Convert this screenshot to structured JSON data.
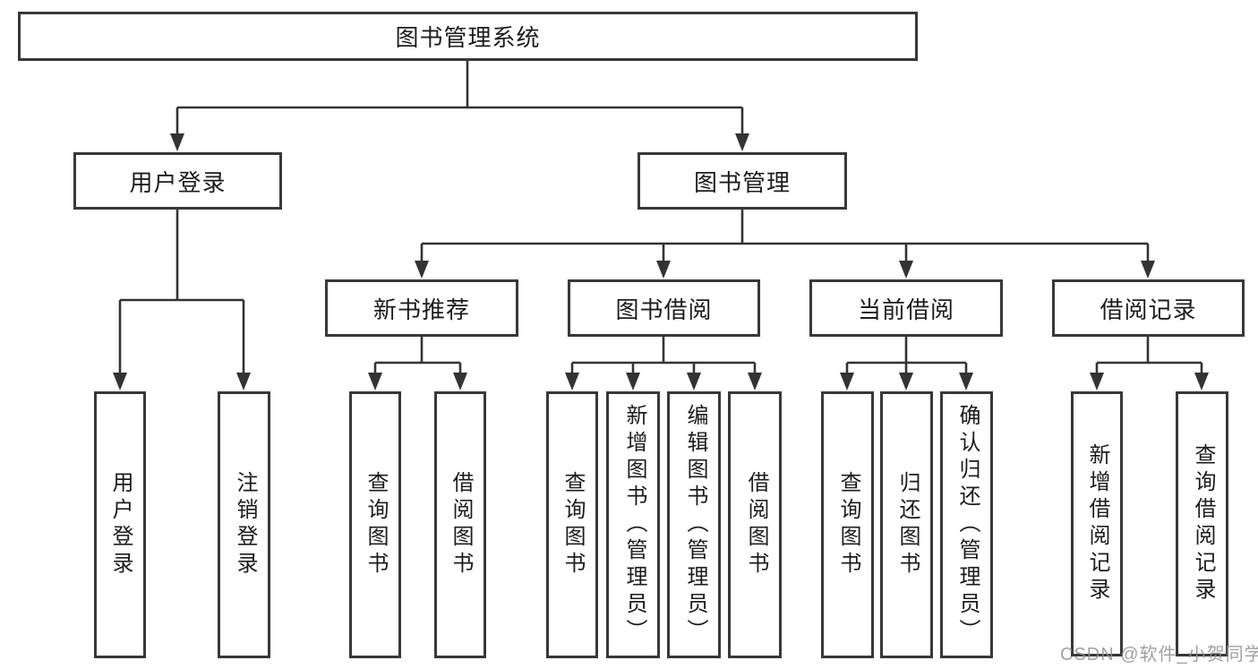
{
  "watermark": "CSDN @软件_小贺同学",
  "tree": {
    "root": "图书管理系统",
    "branches": [
      {
        "label": "用户登录",
        "children": [
          "用户登录",
          "注销登录"
        ]
      },
      {
        "label": "图书管理",
        "children": [
          {
            "label": "新书推荐",
            "children": [
              "查询图书",
              "借阅图书"
            ]
          },
          {
            "label": "图书借阅",
            "children": [
              "查询图书",
              "新增图书（管理员）",
              "编辑图书（管理员）",
              "借阅图书"
            ]
          },
          {
            "label": "当前借阅",
            "children": [
              "查询图书",
              "归还图书",
              "确认归还（管理员）"
            ]
          },
          {
            "label": "借阅记录",
            "children": [
              "新增借阅记录",
              "查询借阅记录"
            ]
          }
        ]
      }
    ]
  },
  "colors": {
    "line": "#333333",
    "border": "#383838",
    "text": "#1c1c1c",
    "watermark": "#919191"
  }
}
